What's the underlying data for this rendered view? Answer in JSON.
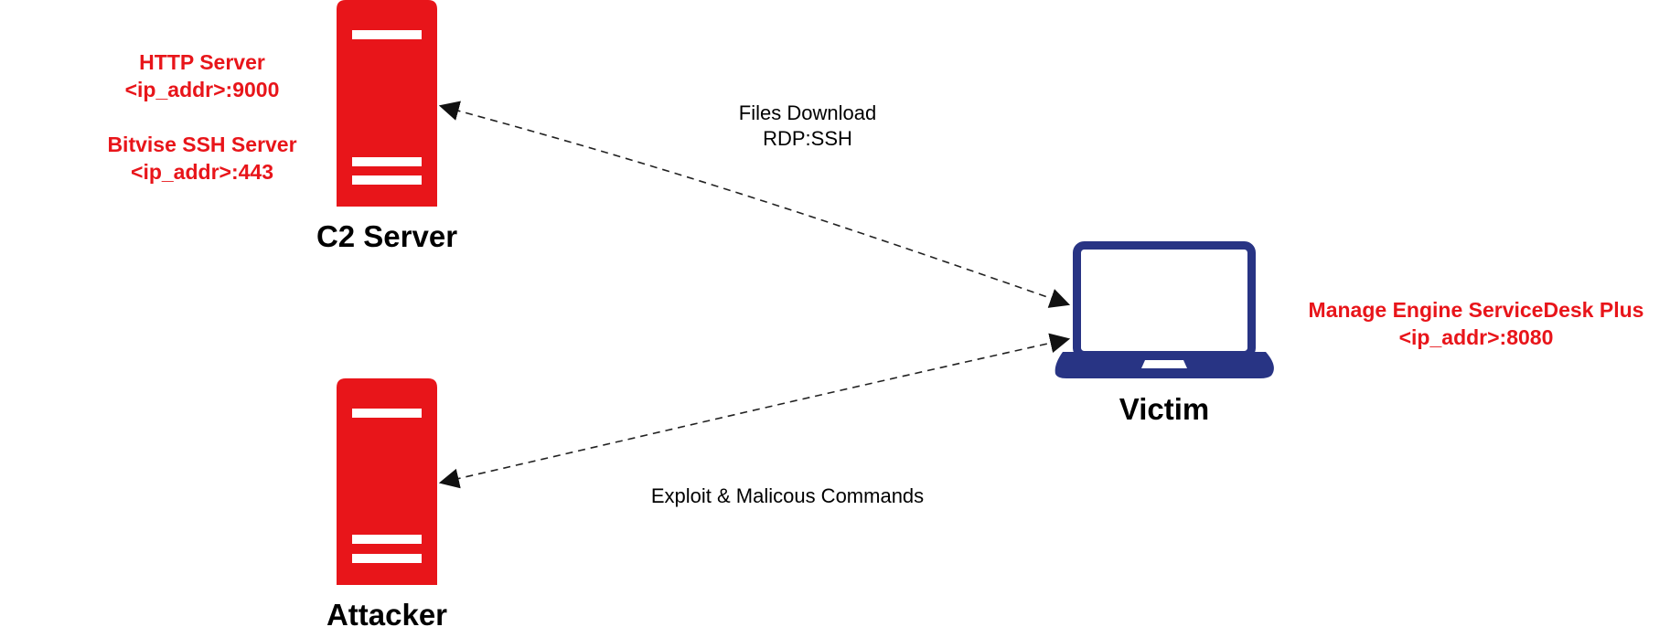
{
  "colors": {
    "server": "#e8151a",
    "laptop": "#283484",
    "annotation": "#e8151a",
    "edge": "#222222"
  },
  "nodes": {
    "c2": {
      "label": "C2 Server",
      "icon": "server-icon",
      "services": [
        {
          "name": "HTTP Server",
          "addr": "<ip_addr>:9000"
        },
        {
          "name": "Bitvise SSH Server",
          "addr": "<ip_addr>:443"
        }
      ]
    },
    "attacker": {
      "label": "Attacker",
      "icon": "server-icon"
    },
    "victim": {
      "label": "Victim",
      "icon": "laptop-icon",
      "service": {
        "name": "Manage Engine ServiceDesk Plus",
        "addr": "<ip_addr>:8080"
      }
    }
  },
  "edges": [
    {
      "from": "c2",
      "to": "victim",
      "bidirectional": true,
      "style": "dashed",
      "labels": [
        "Files Download",
        "RDP:SSH"
      ]
    },
    {
      "from": "attacker",
      "to": "victim",
      "bidirectional": true,
      "style": "dashed",
      "labels": [
        "Exploit & Malicous Commands"
      ]
    }
  ]
}
